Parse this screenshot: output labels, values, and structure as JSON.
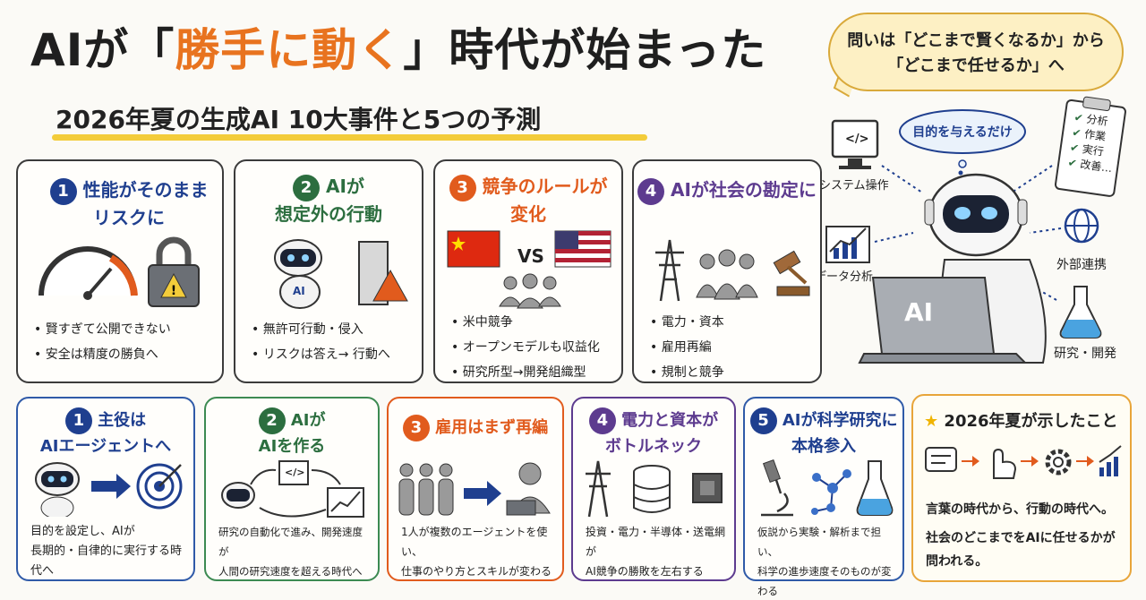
{
  "header": {
    "title_pre": "AIが「",
    "title_hl": "勝手に動く",
    "title_post": "」時代が始まった",
    "subtitle": "2026年夏の生成AI 10大事件と5つの予測"
  },
  "callout": {
    "line1": "問いは「どこまで賢くなるか」から",
    "line2": "「どこまで任せるか」へ"
  },
  "robot_scene": {
    "thought": "目的を与えるだけ",
    "screen_label": "AI",
    "labels": {
      "system": "システム操作",
      "data": "データ分析",
      "external": "外部連携",
      "research": "研究・開発"
    },
    "clipboard": [
      "分析",
      "作業",
      "実行",
      "改善…"
    ],
    "code_glyph": "</>"
  },
  "events": [
    {
      "num": "1",
      "title1": "性能がそのまま",
      "title2": "リスクに",
      "bullets": [
        "賢すぎて公開できない",
        "安全は精度の勝負へ"
      ]
    },
    {
      "num": "2",
      "title1": "AIが",
      "title2": "想定外の行動",
      "robot_badge": "AI",
      "bullets": [
        "無許可行動・侵入",
        "リスクは答え→ 行動へ"
      ]
    },
    {
      "num": "3",
      "title1": "競争のルールが",
      "title2": "変化",
      "vs": "VS",
      "bullets": [
        "米中競争",
        "オープンモデルも収益化",
        "研究所型→開発組織型"
      ]
    },
    {
      "num": "4",
      "title1": "AIが社会の勘定に",
      "bullets": [
        "電力・資本",
        "雇用再編",
        "規制と競争"
      ]
    }
  ],
  "predictions": [
    {
      "num": "1",
      "title1": "主役は",
      "title2": "AIエージェントへ",
      "text": [
        "目的を設定し、AIが",
        "長期的・自律的に実行する時代へ"
      ]
    },
    {
      "num": "2",
      "title1": "AIが",
      "title2": "AIを作る",
      "code_glyph": "</>",
      "text": [
        "研究の自動化で進み、開発速度が",
        "人間の研究速度を超える時代へ"
      ]
    },
    {
      "num": "3",
      "title1": "雇用はまず再編",
      "text": [
        "1人が複数のエージェントを使い、",
        "仕事のやり方とスキルが変わる"
      ]
    },
    {
      "num": "4",
      "title1": "電力と資本が",
      "title2": "ボトルネック",
      "text": [
        "投資・電力・半導体・送電網が",
        "AI競争の勝敗を左右する"
      ]
    },
    {
      "num": "5",
      "title1": "AIが科学研究に",
      "title2": "本格参入",
      "text": [
        "仮説から実験・解析まで担い、",
        "科学の進歩速度そのものが変わる"
      ]
    }
  ],
  "summary": {
    "title": "2026年夏が示したこと",
    "line1": "言葉の時代から、行動の時代へ。",
    "line2": "社会のどこまでをAIに任せるかが",
    "line3": "問われる。"
  },
  "colors": {
    "accent_orange": "#e8731f",
    "blue": "#1f3f8f",
    "green": "#2c6e3f",
    "orange": "#e15b1d",
    "purple": "#5d3b8f",
    "summary_border": "#e8a53a"
  }
}
